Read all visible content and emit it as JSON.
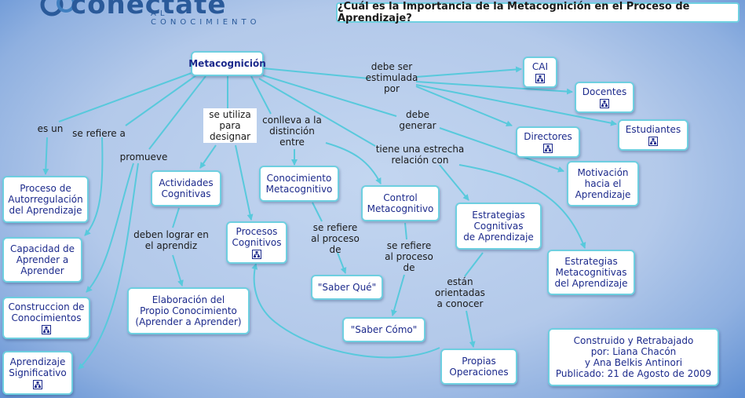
{
  "logo": {
    "word": "conectate",
    "tagline": "AL CONOCIMIENTO"
  },
  "title": "¿Cuál es la Importancia de la Metacognición en el Proceso de Aprendizaje?",
  "concepts": {
    "metacognicion": "Metacognición",
    "cai": "CAI",
    "docentes": "Docentes",
    "estudiantes": "Estudiantes",
    "directores": "Directores",
    "motivacion": "Motivación\nhacia el\nAprendizaje",
    "autorregulacion": "Proceso de\nAutorregulación\ndel Aprendizaje",
    "capacidad": "Capacidad de\nAprender a\nAprender",
    "construccion": "Construccion de\nConocimientos",
    "significativo": "Aprendizaje\nSignificativo",
    "actividades": "Actividades\nCognitivas",
    "procesos": "Procesos\nCognitivos",
    "conocimiento_meta": "Conocimiento\nMetacognitivo",
    "control_meta": "Control\nMetacognitivo",
    "estrategias_cog": "Estrategias\nCognitivas\nde Aprendizaje",
    "estrategias_meta": "Estrategias\nMetacognitivas\ndel Aprendizaje",
    "elaboracion": "Elaboración del\nPropio Conocimiento\n(Aprender a Aprender)",
    "saber_que": "\"Saber Qué\"",
    "saber_como": "\"Saber Cómo\"",
    "propias": "Propias\nOperaciones",
    "credits": "Construido y Retrabajado\npor: Liana Chacón\ny Ana Belkis Antinori\nPublicado: 21 de Agosto de 2009"
  },
  "links": {
    "debe_ser_estimulada": "debe ser\nestimulada\npor",
    "debe_generar": "debe\ngenerar",
    "es_un": "es un",
    "se_refiere_a": "se refiere a",
    "promueve": "promueve",
    "se_utiliza": "se utiliza\npara\ndesignar",
    "conlleva": "conlleva a la\ndistinción\nentre",
    "tiene_relacion": "tiene una estrecha\nrelación con",
    "deben_lograr": "deben lograr en\nel aprendiz",
    "se_refiere_proceso_1": "se refiere\nal proceso\nde",
    "se_refiere_proceso_2": "se refiere\nal proceso\nde",
    "estan_orientadas": "están\norientadas\na conocer"
  },
  "icons": {
    "resource": "cmap-resource-icon"
  },
  "colors": {
    "edge": "#58c9dc",
    "node_border": "#6ecfe0",
    "node_text": "#1c2a8c"
  }
}
